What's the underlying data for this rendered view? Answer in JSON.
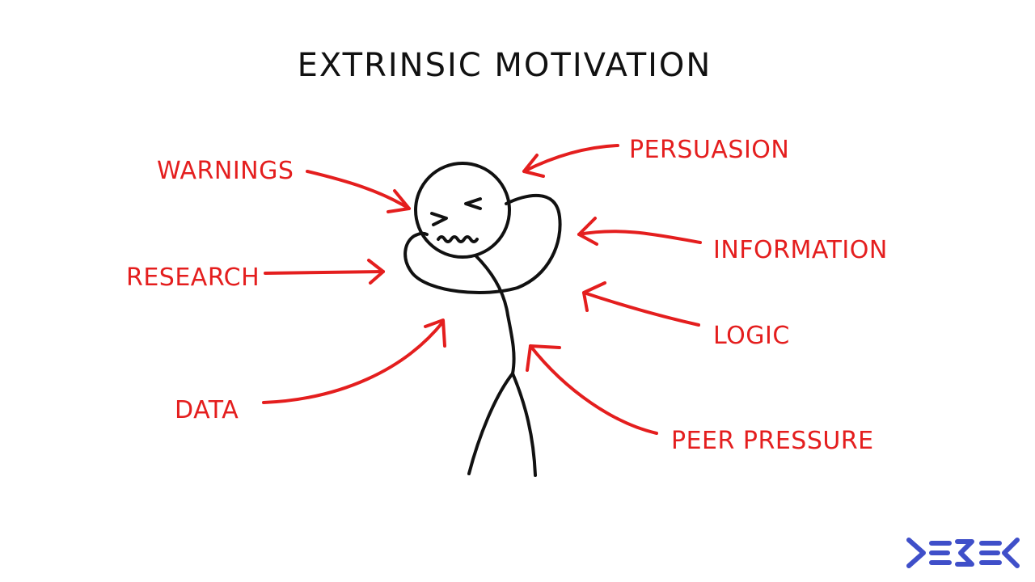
{
  "title": "EXTRINSIC MOTIVATION",
  "labels": {
    "warnings": "WARNINGS",
    "persuasion": "PERSUASION",
    "information": "INFORMATION",
    "research": "RESEARCH",
    "logic": "LOGIC",
    "data": "DATA",
    "peer_pressure": "PEER PRESSURE"
  },
  "colors": {
    "accent": "#e41e1e",
    "ink": "#111111",
    "logo": "#3f4fc9"
  },
  "icons": {
    "figure": "stick-figure-icon",
    "logo": "brand-logo-icon"
  }
}
